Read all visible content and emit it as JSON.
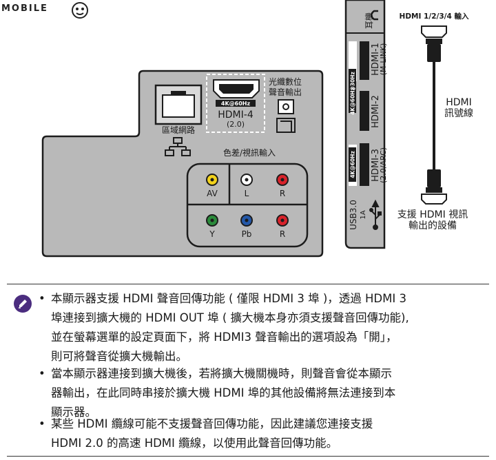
{
  "logo": {
    "text": "MOBILE"
  },
  "panel": {
    "lan_label": "區域網路",
    "hdmi4": {
      "label": "HDMI-4",
      "version": "(2.0)",
      "badge": "4K@60Hz"
    },
    "optical_label_1": "光纖數位",
    "optical_label_2": "聲音輸出",
    "av_group_label": "色差/視訊輸入",
    "ports_row1": [
      "AV",
      "L",
      "R"
    ],
    "ports_row2": [
      "Y",
      "Pb",
      "R"
    ]
  },
  "side_panel": {
    "headphone": "耳機",
    "hdmi1_top": "HDMI-1",
    "hdmi1_sub": "(M-LINK)",
    "hdmi1_badge": "4K@30Hz",
    "hdmi2": "HDMI-2",
    "hdmi2_badge": "4K@60Hz",
    "hdmi3_top": "HDMI-3",
    "hdmi3_sub": "(2.0/ARC)",
    "hdmi3_badge": "4K@60Hz",
    "usb_top": "USB3.0",
    "usb_sub": "1A"
  },
  "cable": {
    "title": "HDMI 1/2/3/4 輸入",
    "label_1": "HDMI",
    "label_2": "訊號線",
    "device_1": "支援 HDMI 視訊",
    "device_2": "輸出的設備"
  },
  "notes": [
    {
      "bullet": "•",
      "lines": [
        "本顯示器支援 HDMI 聲音回傳功能 ( 僅限 HDMI 3 埠 )，透過 HDMI 3",
        "埠連接到擴大機的 HDMI OUT 埠 ( 擴大機本身亦須支援聲音回傳功能),",
        "並在螢幕選單的設定頁面下，將 HDMI3 聲音輸出的選項設為「開」，",
        "則可將聲音從擴大機輸出。"
      ]
    },
    {
      "bullet": "•",
      "lines": [
        "當本顯示器連接到擴大機後，若將擴大機關機時，則聲音會從本顯示",
        "器輸出，在此同時串接於擴大機 HDMI 埠的其他設備將無法連接到本",
        "顯示器。"
      ]
    },
    {
      "bullet": "•",
      "lines": [
        "某些 HDMI 纜線可能不支援聲音回傳功能，因此建議您連接支援",
        "HDMI 2.0 的高速 HDMI 纜線，以使用此聲音回傳功能。"
      ]
    }
  ],
  "colors": {
    "panel_gray": "#b9b9b9",
    "dark": "#1c1c1c",
    "note_icon": "#4b2d7f",
    "yellow": "#f2d21b",
    "red": "#d8222a",
    "green": "#2a8a3a",
    "blue": "#2458a8",
    "white": "#ffffff"
  }
}
